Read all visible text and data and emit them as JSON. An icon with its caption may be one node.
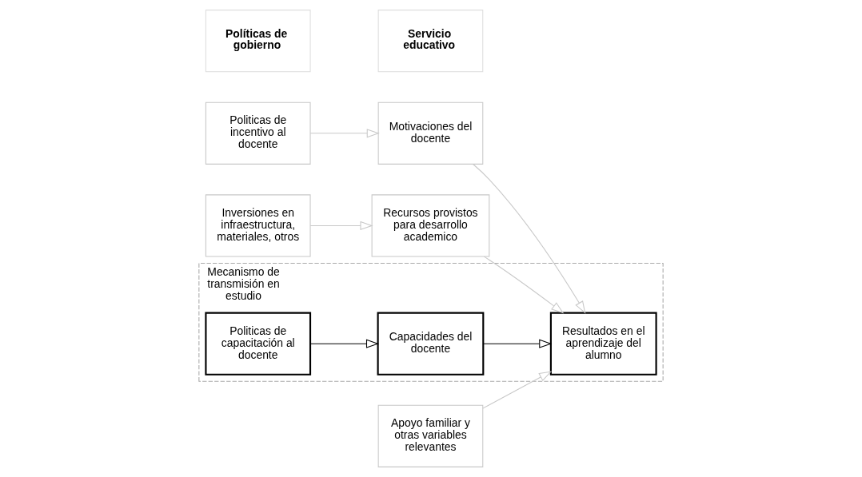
{
  "diagram": {
    "nodes": [
      {
        "text": [
          "Políticas de gobierno"
        ]
      },
      {
        "text": [
          "Servicio educativo"
        ]
      },
      {
        "text": [
          "Mecanismo de transmisión en estudio"
        ]
      },
      {
        "text": [
          "Politicas de capacitación al docente"
        ],
        "in": 2
      },
      {
        "text": [
          "Capacidades del docente"
        ],
        "in": 2
      },
      {
        "text": [
          "Resultados en el aprendizaje del alumno"
        ],
        "in": 2
      },
      {
        "text": [
          "Politicas de incentivo al docente"
        ]
      },
      {
        "text": [
          "Motivaciones del docente"
        ]
      },
      {
        "text": [
          "Inversiones en infraestructura, materiales, otros"
        ]
      },
      {
        "text": [
          "Recursos provistos para desarrollo academico"
        ]
      },
      {
        "text": [
          "Apoyo familiar y otras variables relevantes"
        ]
      }
    ],
    "edges": [
      {
        "from": 3,
        "to": 4,
        "arrow": "to",
        "color": "#000000"
      },
      {
        "from": 4,
        "to": 5,
        "arrow": "to",
        "color": "#000000"
      },
      {
        "from": 6,
        "to": 7,
        "arrow": "to"
      },
      {
        "from": 8,
        "to": 9,
        "arrow": "to"
      },
      {
        "from": 7,
        "to": 5,
        "arrow": "to"
      },
      {
        "from": 9,
        "to": 5,
        "arrow": "to"
      },
      {
        "from": 10,
        "to": 5,
        "arrow": "to"
      }
    ]
  }
}
